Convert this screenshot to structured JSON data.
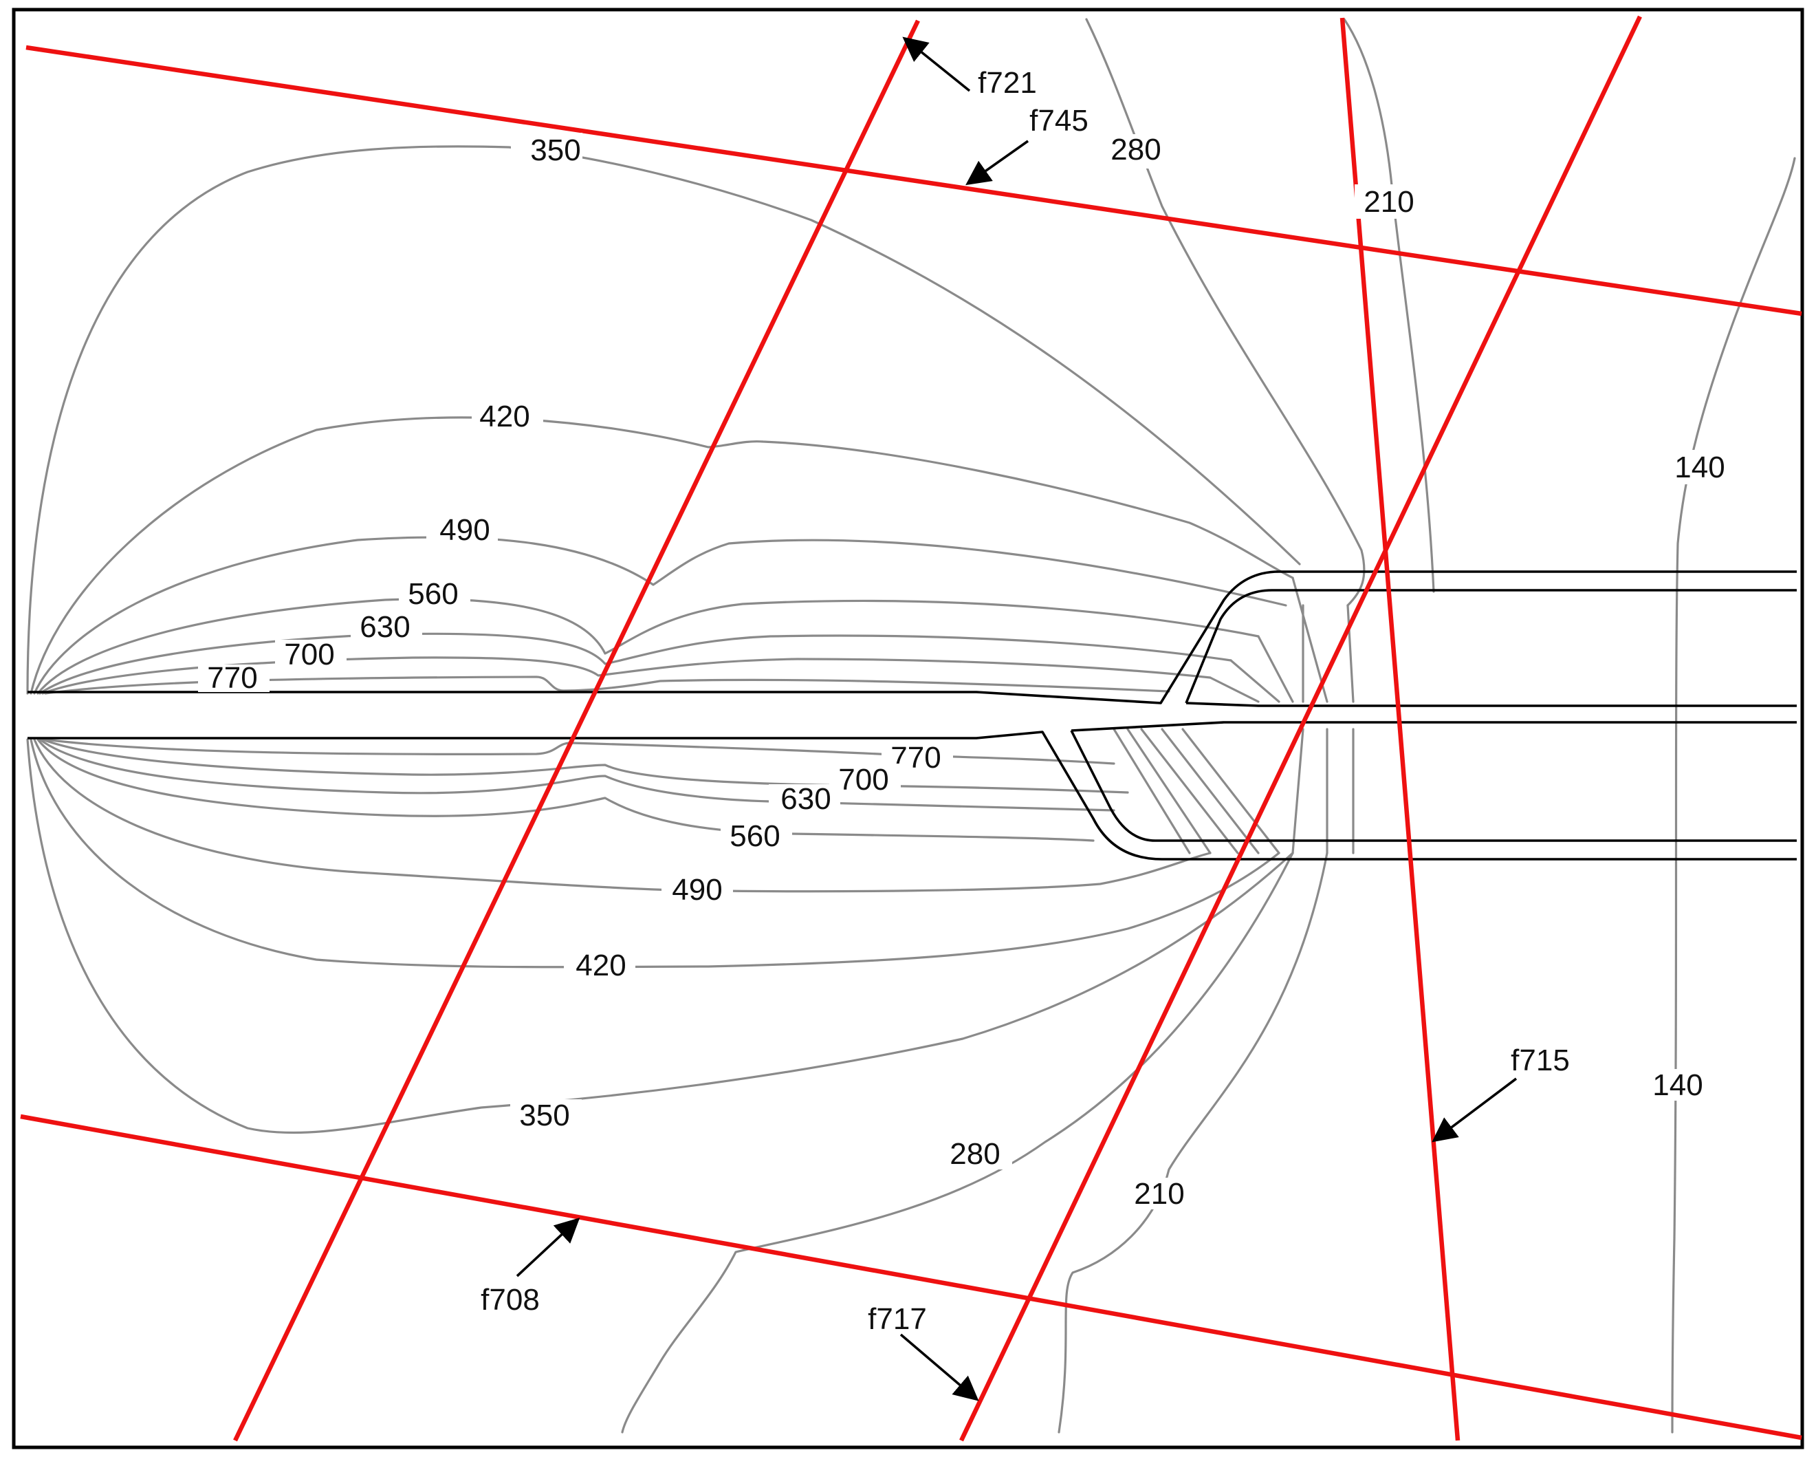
{
  "colors": {
    "background": "#ffffff",
    "frame": "#000000",
    "contour": "#8a8a8a",
    "fault_line": "#ee1111",
    "tube": "#000000",
    "text": "#111111"
  },
  "contour_labels": {
    "c350_top": "350",
    "c420_top": "420",
    "c490_top": "490",
    "c560_top": "560",
    "c630_top": "630",
    "c700_top": "700",
    "c770_top": "770",
    "c280_top": "280",
    "c210_top": "210",
    "c140_upper": "140",
    "c770_bot": "770",
    "c700_bot": "700",
    "c630_bot": "630",
    "c560_bot": "560",
    "c490_bot": "490",
    "c420_bot": "420",
    "c350_bot": "350",
    "c280_bot": "280",
    "c210_bot": "210",
    "c140_lower": "140"
  },
  "fault_labels": {
    "f721": "f721",
    "f745": "f745",
    "f715": "f715",
    "f708": "f708",
    "f717": "f717"
  }
}
